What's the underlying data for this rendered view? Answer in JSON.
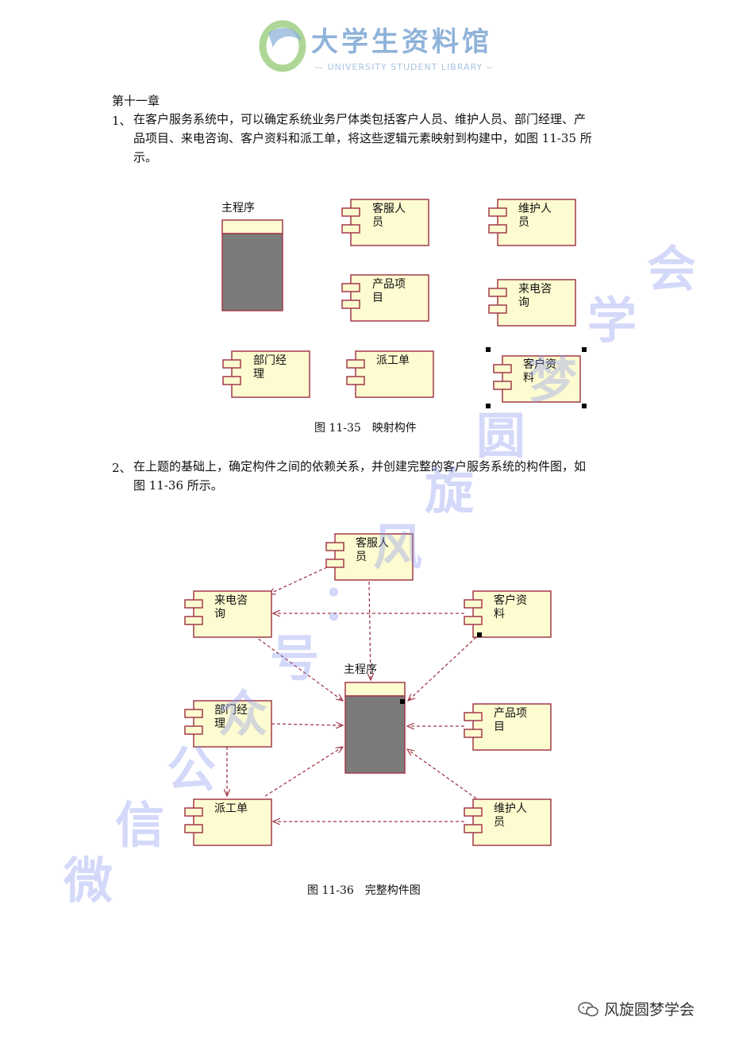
{
  "header": {
    "logo_text": "大学生资料馆",
    "logo_sub": "— UNIVERSITY STUDENT LIBRARY —"
  },
  "chapter": "第十一章",
  "q1": {
    "num": "1、",
    "lines": [
      "在客户服务系统中，可以确定系统业务尸体类包括客户人员、维护人员、部门经理、产",
      "品项目、来电咨询、客户资料和派工单，将这些逻辑元素映射到构建中，如图 11-35 所",
      "示。"
    ]
  },
  "fig1": {
    "caption": "图 11-35　映射构件",
    "main_label": "主程序",
    "components": {
      "kefu": [
        "客服人",
        "员"
      ],
      "weihu": [
        "维护人",
        "员"
      ],
      "chanpin": [
        "产品项",
        "目"
      ],
      "laidian": [
        "来电咨",
        "询"
      ],
      "bumen": [
        "部门经",
        "理"
      ],
      "paigong": [
        "派工单",
        ""
      ],
      "kehu": [
        "客户资",
        "料"
      ]
    }
  },
  "q2": {
    "num": "2、",
    "lines": [
      "在上题的基础上，确定构件之间的依赖关系，并创建完整的客户服务系统的构件图，如",
      "图 11-36 所示。"
    ]
  },
  "fig2": {
    "caption": "图 11-36　完整构件图",
    "main_label": "主程序",
    "components": {
      "kefu": [
        "客服人",
        "员"
      ],
      "laidian": [
        "来电咨",
        "询"
      ],
      "kehu": [
        "客户资",
        "料"
      ],
      "bumen": [
        "部门经",
        "理"
      ],
      "chanpin": [
        "产品项",
        "目"
      ],
      "paigong": [
        "派工单",
        ""
      ],
      "weihu": [
        "维护人",
        "员"
      ]
    }
  },
  "watermark": {
    "chars": [
      "微",
      "信",
      "公",
      "众",
      "号",
      "：",
      "风",
      "旋",
      "圆",
      "梦",
      "学",
      "会"
    ]
  },
  "footer": {
    "text": "风旋圆梦学会"
  },
  "colors": {
    "component_fill": "#fdfbd0",
    "component_stroke": "#a23a4a",
    "main_body": "#7b7b7b",
    "arrow": "#a23a4a",
    "logo_blue": "#8fb3d9",
    "logo_green": "#8cc46a"
  }
}
